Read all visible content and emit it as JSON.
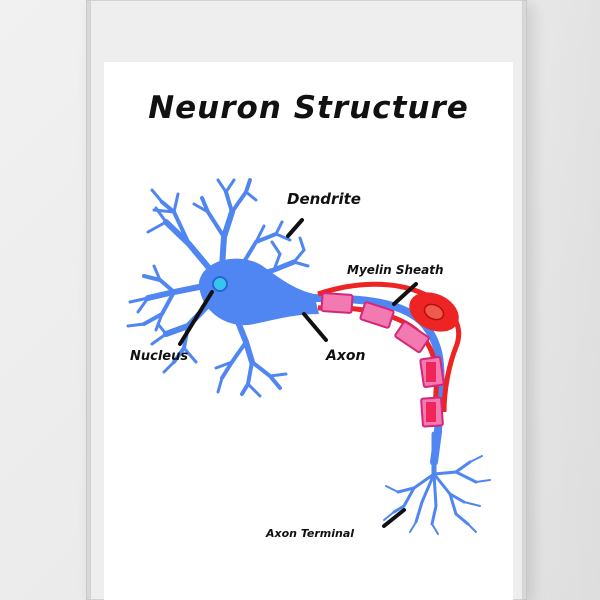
{
  "title": "Neuron Structure",
  "labels": {
    "dendrite": "Dendrite",
    "myelin_sheath": "Myelin Sheath",
    "nucleus": "Nucleus",
    "axon": "Axon",
    "axon_terminal": "Axon Terminal"
  },
  "colors": {
    "neuron": "#4f86f2",
    "neuron_dark": "#2f62d6",
    "myelin": "#f0265a",
    "myelin_pink": "#f27ab0",
    "schwann_red": "#ee2323",
    "nucleus": "#35c6f0",
    "text": "#111111"
  },
  "icons": [
    "neuron-diagram"
  ]
}
